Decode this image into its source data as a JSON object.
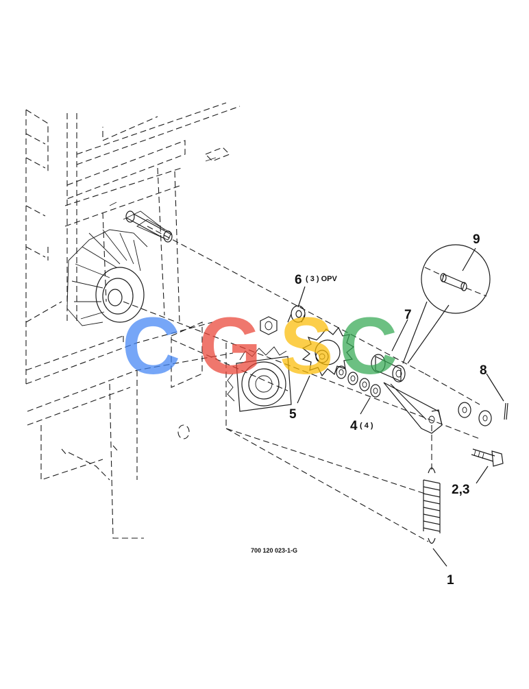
{
  "drawing": {
    "part_number": "700 120 023-1-G"
  },
  "callouts": [
    {
      "id": "c1",
      "label": "1",
      "qty": ""
    },
    {
      "id": "c23",
      "label": "2,3",
      "qty": ""
    },
    {
      "id": "c4",
      "label": "4",
      "qty": "( 4 )"
    },
    {
      "id": "c5",
      "label": "5",
      "qty": ""
    },
    {
      "id": "c6",
      "label": "6",
      "qty": "( 3 ) OPV"
    },
    {
      "id": "c7",
      "label": "7",
      "qty": ""
    },
    {
      "id": "c8",
      "label": "8",
      "qty": ""
    },
    {
      "id": "c9",
      "label": "9",
      "qty": ""
    }
  ],
  "watermark": {
    "letters": [
      "C",
      "G",
      "S",
      "C"
    ],
    "colors": [
      "#4285f4",
      "#ea4335",
      "#fbbc05",
      "#34a853"
    ]
  }
}
